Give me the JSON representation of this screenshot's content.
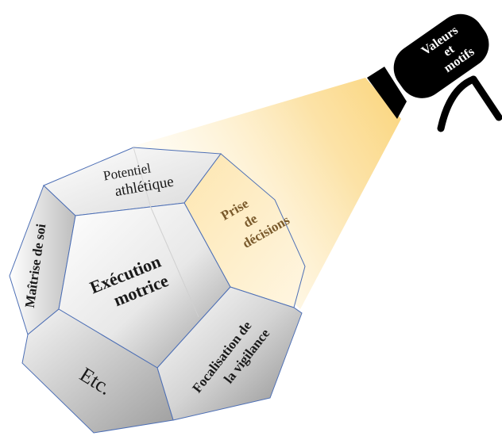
{
  "faces": {
    "potentiel": {
      "line1": "Potentiel",
      "line2": "athlétique"
    },
    "prise": {
      "line1": "Prise",
      "line2": "de",
      "line3": "décisions"
    },
    "maitrise": {
      "label": "Maîtrise de soi"
    },
    "execution": {
      "line1": "Exécution",
      "line2": "motrice"
    },
    "focalisation": {
      "line1": "Focalisation de",
      "line2": "la vigilance"
    },
    "etc": {
      "label": "Etc."
    }
  },
  "projector": {
    "line1": "Valeurs",
    "line2": "et",
    "line3": "motifs"
  },
  "colors": {
    "beam": "#fbd98a",
    "edge": "#4d6fb5",
    "projector_body": "#000000",
    "highlight_text": "#7a5a2c"
  }
}
